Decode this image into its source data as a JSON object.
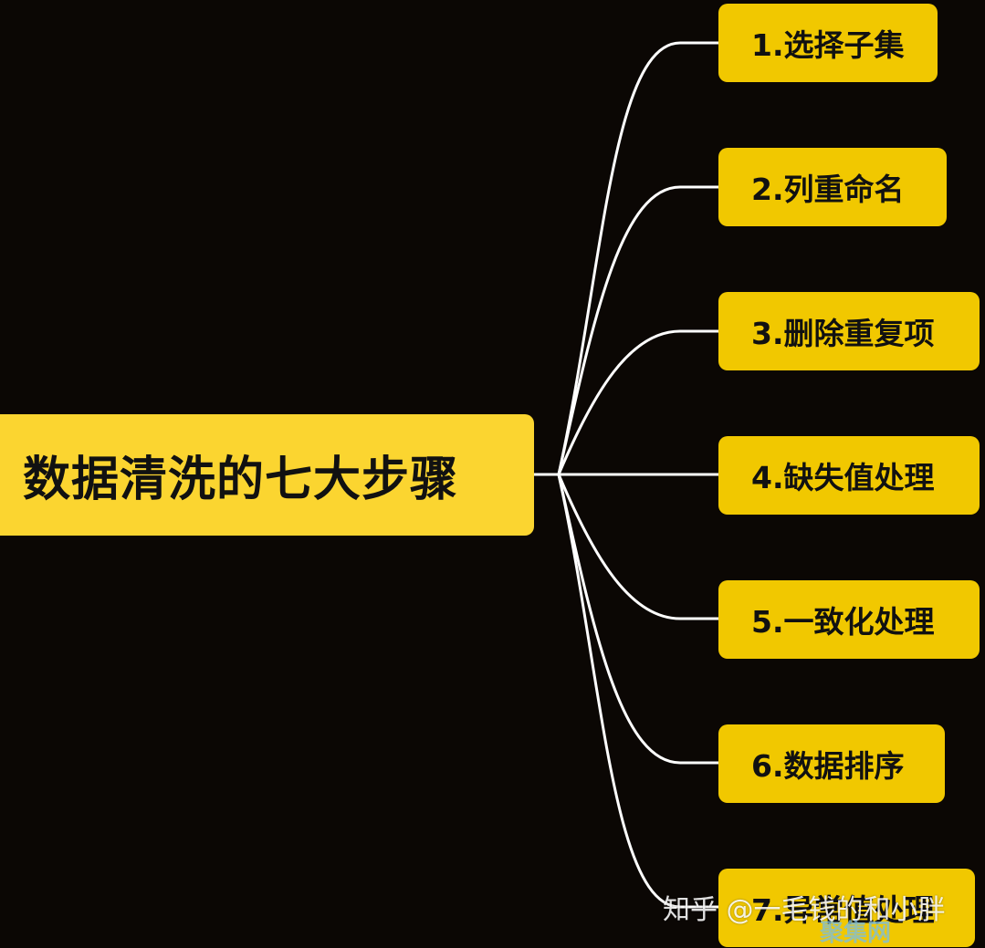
{
  "root": {
    "label": "数据清洗的七大步骤"
  },
  "steps": [
    {
      "label": "1.选择子集"
    },
    {
      "label": "2.列重命名"
    },
    {
      "label": "3.删除重复项"
    },
    {
      "label": "4.缺失值处理"
    },
    {
      "label": "5.一致化处理"
    },
    {
      "label": "6.数据排序"
    },
    {
      "label": "7.异常值处理"
    }
  ],
  "watermark": {
    "text": "知乎 @一毛钱的和小胖",
    "site": "聚集网"
  },
  "colors": {
    "background": "#0b0704",
    "root_fill": "#fbd530",
    "step_fill": "#f1c800",
    "connector": "#ffffff",
    "text": "#111111"
  }
}
